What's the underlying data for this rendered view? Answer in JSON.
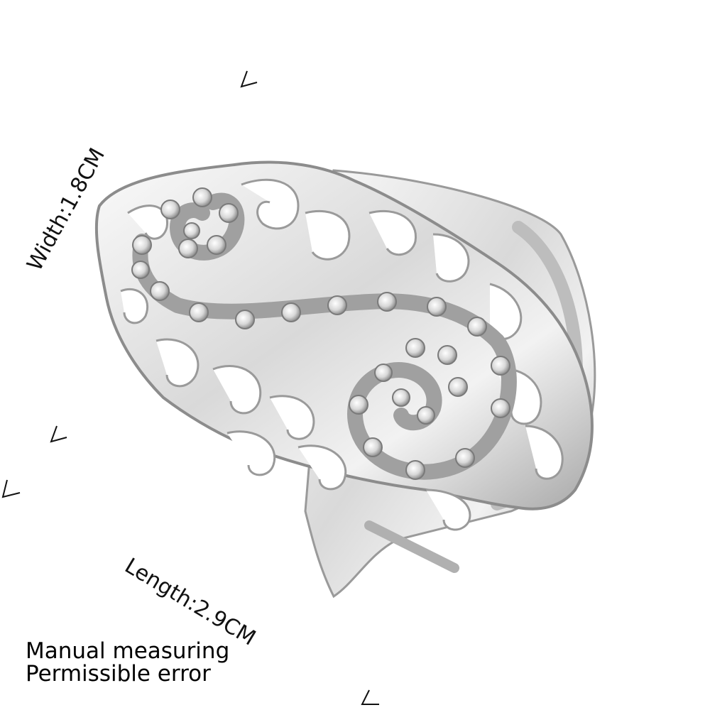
{
  "dimensions": {
    "width_label": "Width:1.8CM",
    "length_label": "Length:2.9CM"
  },
  "notes": {
    "line1": "Manual measuring",
    "line2": "Permissible error"
  },
  "colors": {
    "background": "#ffffff",
    "silver_light": "#f4f4f4",
    "silver_mid": "#c9c9c9",
    "silver_dark": "#8a8a8a",
    "text": "#111111"
  }
}
